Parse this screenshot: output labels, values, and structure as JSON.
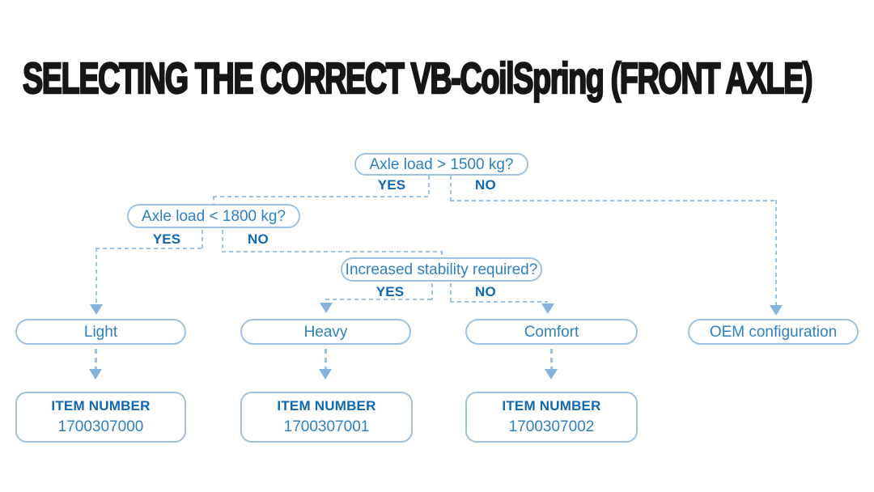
{
  "title": "SELECTING THE CORRECT VB-CoilSpring (FRONT AXLE)",
  "colors": {
    "box_border": "#9dc2e2",
    "box_text": "#2e80c3",
    "yes_no_text": "#0f68b1",
    "dashed_line": "#9cc3e2",
    "arrow": "#85b4de",
    "title_text": "#161616",
    "background": "#ffffff"
  },
  "decisions": [
    {
      "question": "Axle load > 1500 kg?",
      "yes_label": "YES",
      "no_label": "NO"
    },
    {
      "question": "Axle load < 1800 kg?",
      "yes_label": "YES",
      "no_label": "NO"
    },
    {
      "question": "Increased stability required?",
      "yes_label": "YES",
      "no_label": "NO"
    }
  ],
  "outcomes": [
    {
      "label": "Light",
      "item_number_label": "ITEM NUMBER",
      "item_number": "1700307000"
    },
    {
      "label": "Heavy",
      "item_number_label": "ITEM NUMBER",
      "item_number": "1700307001"
    },
    {
      "label": "Comfort",
      "item_number_label": "ITEM NUMBER",
      "item_number": "1700307002"
    },
    {
      "label": "OEM configuration"
    }
  ]
}
